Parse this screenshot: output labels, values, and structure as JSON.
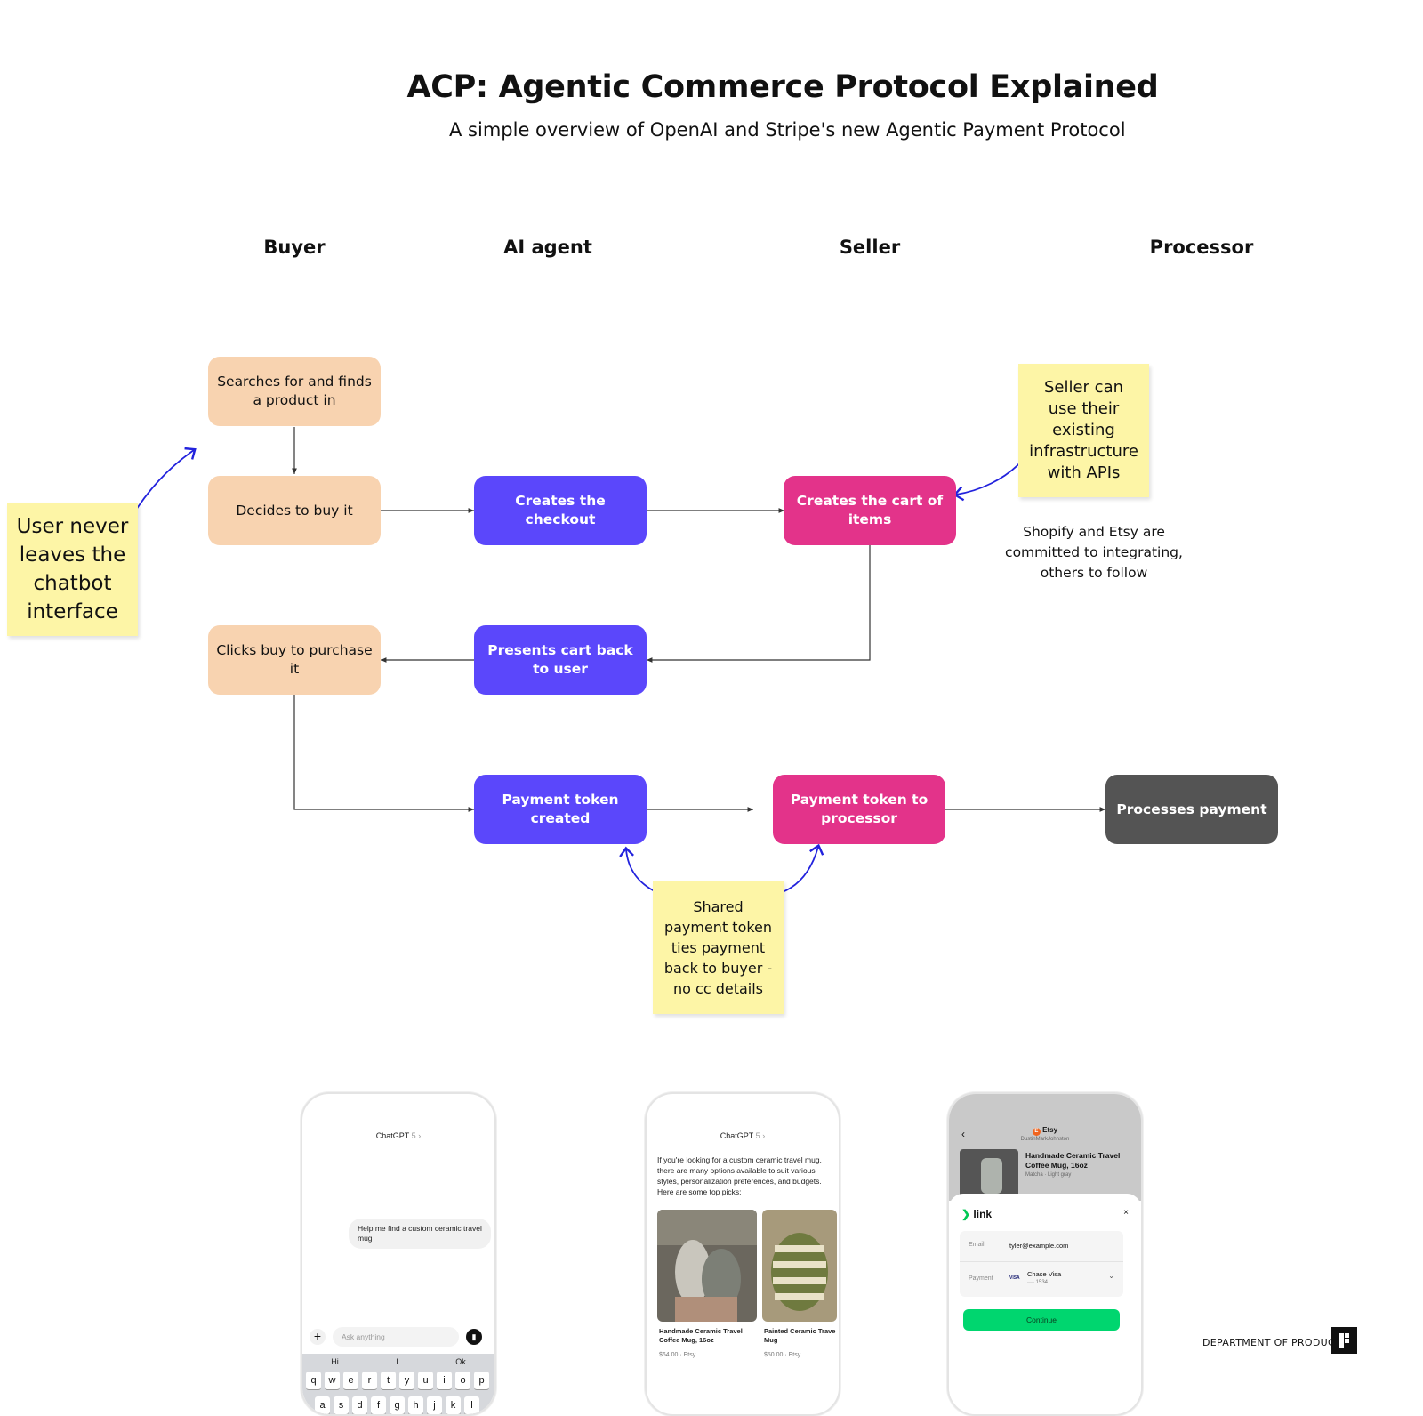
{
  "header": {
    "title": "ACP: Agentic Commerce Protocol Explained",
    "subtitle": "A simple overview of OpenAI and Stripe's new Agentic Payment Protocol"
  },
  "lanes": [
    "Buyer",
    "AI agent",
    "Seller",
    "Processor"
  ],
  "nodes": {
    "search": "Searches for and finds a product in",
    "decide": "Decides to buy it",
    "checkout": "Creates the checkout",
    "cart": "Creates the cart of items",
    "present": "Presents cart back to user",
    "clicks": "Clicks buy to purchase it",
    "token": "Payment token created",
    "token_proc": "Payment token to processor",
    "processes": "Processes payment"
  },
  "stickies": {
    "user_never": "User never leaves the chatbot interface",
    "seller_infra": "Seller can use their existing infrastructure with APIs",
    "shared_token": "Shared payment token ties payment back to buyer - no cc details"
  },
  "notes": {
    "shopify": "Shopify and Etsy are committed to integrating, others to follow"
  },
  "colors": {
    "buyer": "#f8d3b0",
    "agent": "#5b47fb",
    "seller": "#e3338a",
    "processor": "#545454",
    "sticky": "#fdf5a6",
    "annotation_arrow": "#2222dd"
  },
  "phone1": {
    "app": "ChatGPT",
    "version": "5",
    "message": "Help me find a custom ceramic travel mug",
    "placeholder": "Ask anything",
    "suggestions": [
      "Hi",
      "I",
      "Ok"
    ],
    "row1": [
      "q",
      "w",
      "e",
      "r",
      "t",
      "y",
      "u",
      "i",
      "o",
      "p"
    ],
    "row2": [
      "a",
      "s",
      "d",
      "f",
      "g",
      "h",
      "j",
      "k",
      "l"
    ]
  },
  "phone2": {
    "app": "ChatGPT",
    "version": "5",
    "reply": "If you're looking for a custom ceramic travel mug, there are many options available to suit various styles, personalization preferences, and budgets. Here are some top picks:",
    "products": [
      {
        "name": "Handmade Ceramic Travel Coffee Mug, 16oz",
        "price": "$64.00 · Etsy"
      },
      {
        "name": "Painted Ceramic Trave Mug",
        "price": "$50.00 · Etsy"
      }
    ]
  },
  "phone3": {
    "store": "Etsy",
    "seller": "DustinMarkJohnston",
    "product": "Handmade Ceramic Travel Coffee Mug, 16oz",
    "variant": "Matcha · Light gray",
    "brand": "link",
    "email_label": "Email",
    "email": "tyler@example.com",
    "payment_label": "Payment",
    "card": "Chase Visa",
    "card_last": "···· 1534",
    "card_brand": "VISA",
    "continue": "Continue"
  },
  "footer": {
    "brand": "DEPARTMENT OF PRODUCT"
  }
}
